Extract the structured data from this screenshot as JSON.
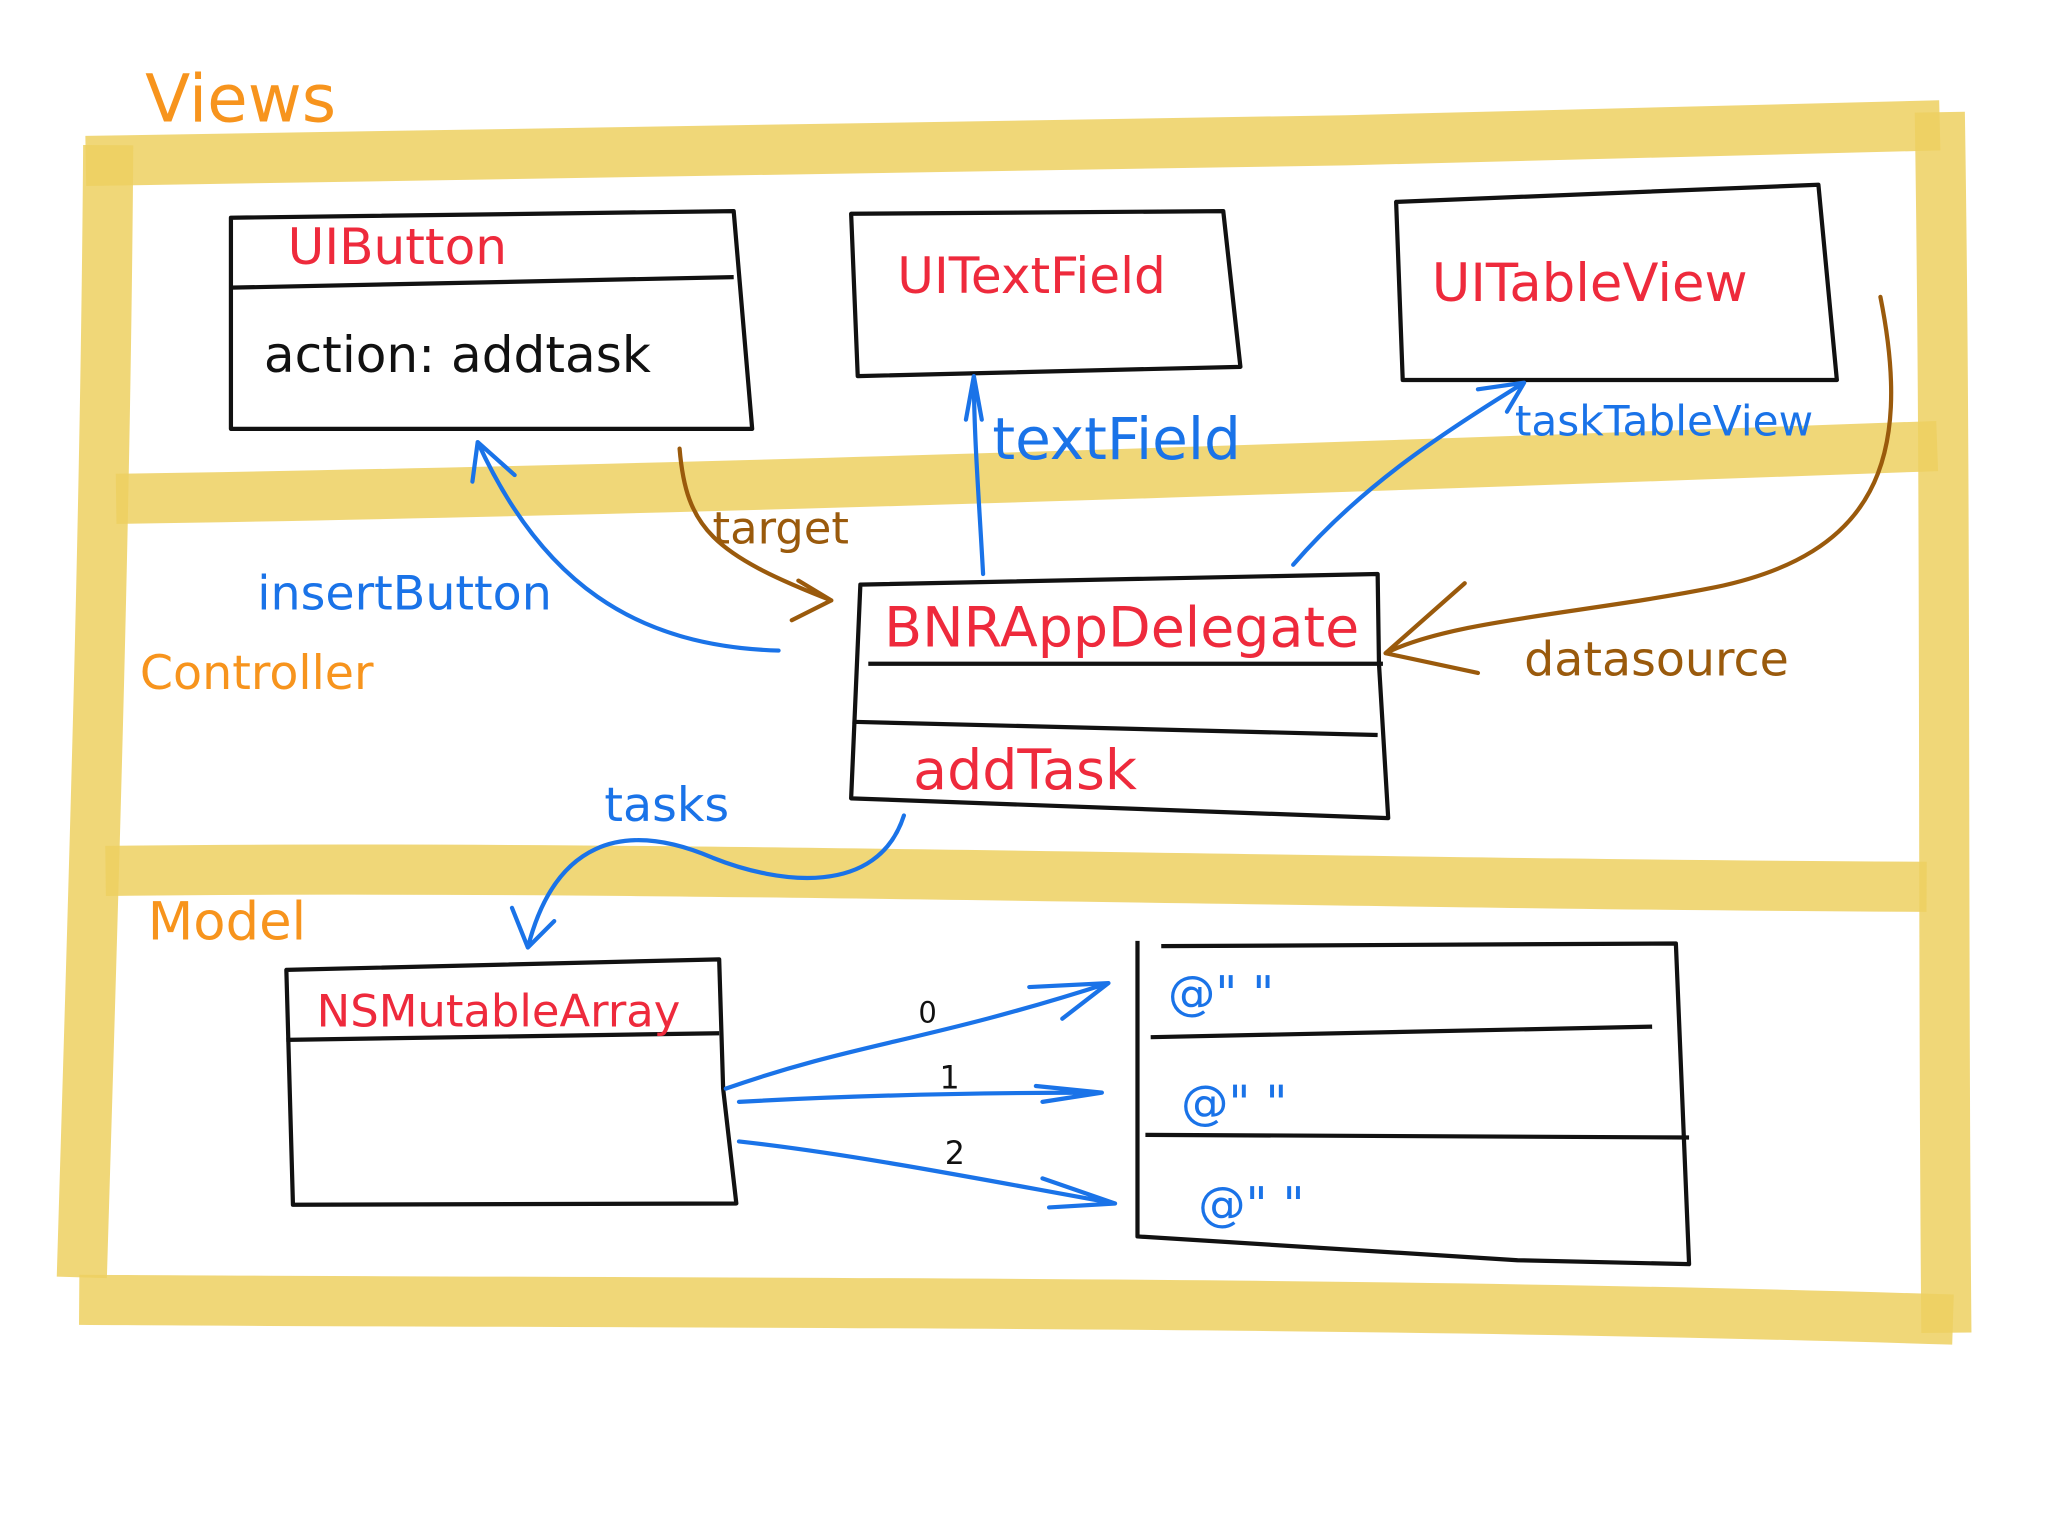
{
  "sections": {
    "views": "Views",
    "controller": "Controller",
    "model": "Model"
  },
  "classes": {
    "ui_button": {
      "name": "UIButton",
      "body": "action: addtask"
    },
    "ui_text_field": {
      "name": "UITextField"
    },
    "ui_table_view": {
      "name": "UITableView"
    },
    "app_delegate": {
      "name": "BNRAppDelegate",
      "method": "addTask"
    },
    "mutable_array": {
      "name": "NSMutableArray"
    }
  },
  "relations": {
    "insert_button": "insertButton",
    "target": "target",
    "text_field": "textField",
    "task_table_view": "taskTableView",
    "datasource": "datasource",
    "tasks": "tasks"
  },
  "array_indices": [
    "0",
    "1",
    "2"
  ],
  "string_items": [
    "@\"   \"",
    "@\"   \"",
    "@\"   \""
  ],
  "colors": {
    "highlight": "#edd060",
    "section": "#f7941d",
    "class": "#ee2a3c",
    "outlet": "#1a73e8",
    "target": "#9a5a0c",
    "ink": "#111111"
  }
}
